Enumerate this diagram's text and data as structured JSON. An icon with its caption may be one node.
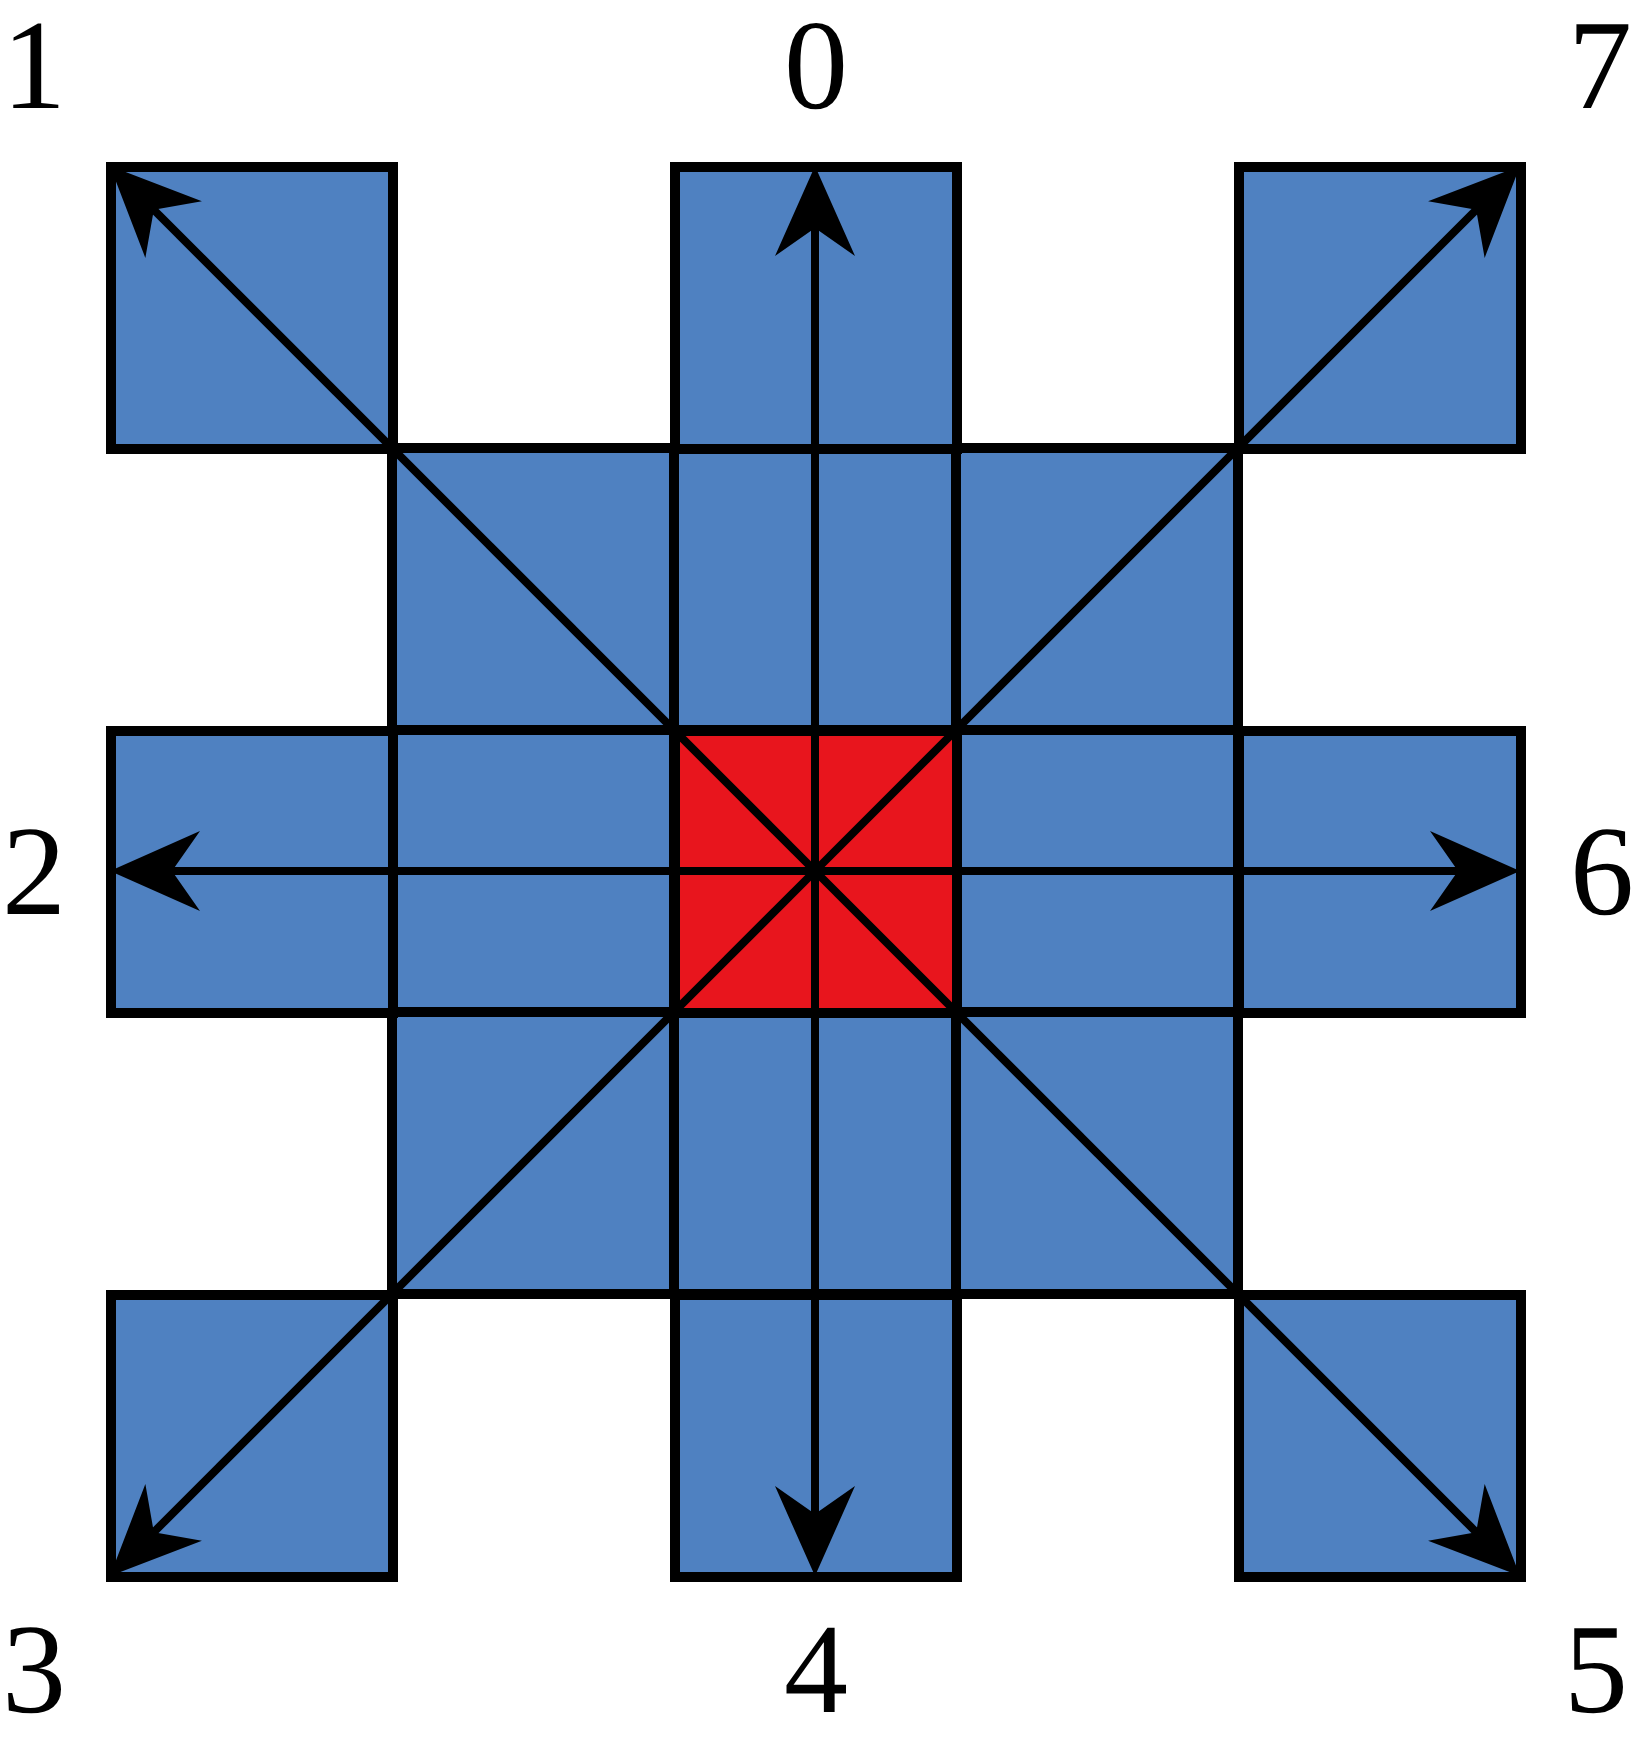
{
  "diagram": {
    "nodes": [
      {
        "text": [],
        "shape": "box",
        "beside": [
          "1"
        ]
      },
      {
        "text": [],
        "shape": "box",
        "beside": [
          "0"
        ]
      },
      {
        "text": [],
        "shape": "box",
        "beside": [
          "7"
        ]
      },
      {
        "text": [],
        "shape": "box",
        "beside": [
          "2"
        ]
      },
      {
        "text": [],
        "shape": "box"
      },
      {
        "text": [],
        "shape": "box",
        "beside": [
          "6"
        ]
      },
      {
        "text": [],
        "shape": "box",
        "beside": [
          "3"
        ]
      },
      {
        "text": [],
        "shape": "box",
        "beside": [
          "4"
        ]
      },
      {
        "text": [],
        "shape": "box",
        "beside": [
          "5"
        ]
      }
    ],
    "edges": [
      {
        "from": 4,
        "to": 1,
        "arrow": "to"
      },
      {
        "from": 4,
        "to": 0,
        "arrow": "to"
      },
      {
        "from": 4,
        "to": 3,
        "arrow": "to"
      },
      {
        "from": 4,
        "to": 6,
        "arrow": "to"
      },
      {
        "from": 4,
        "to": 7,
        "arrow": "to"
      },
      {
        "from": 4,
        "to": 8,
        "arrow": "to"
      },
      {
        "from": 4,
        "to": 5,
        "arrow": "to"
      },
      {
        "from": 4,
        "to": 2,
        "arrow": "to"
      }
    ]
  }
}
